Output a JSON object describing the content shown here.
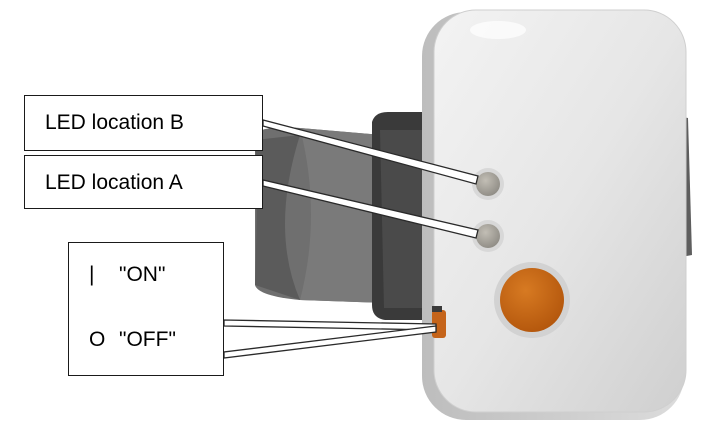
{
  "callouts": {
    "led_b": "LED location B",
    "led_a": "LED location A"
  },
  "switch": {
    "on_symbol": "|",
    "on_label": "\"ON\"",
    "off_symbol": "O",
    "off_label": "\"OFF\""
  },
  "colors": {
    "device_body": "#e4e4e4",
    "strap": "#6e6e6e",
    "panic_button": "#c9640f",
    "led": "#a6a39b",
    "leader_lines": "#2a2a2a"
  }
}
